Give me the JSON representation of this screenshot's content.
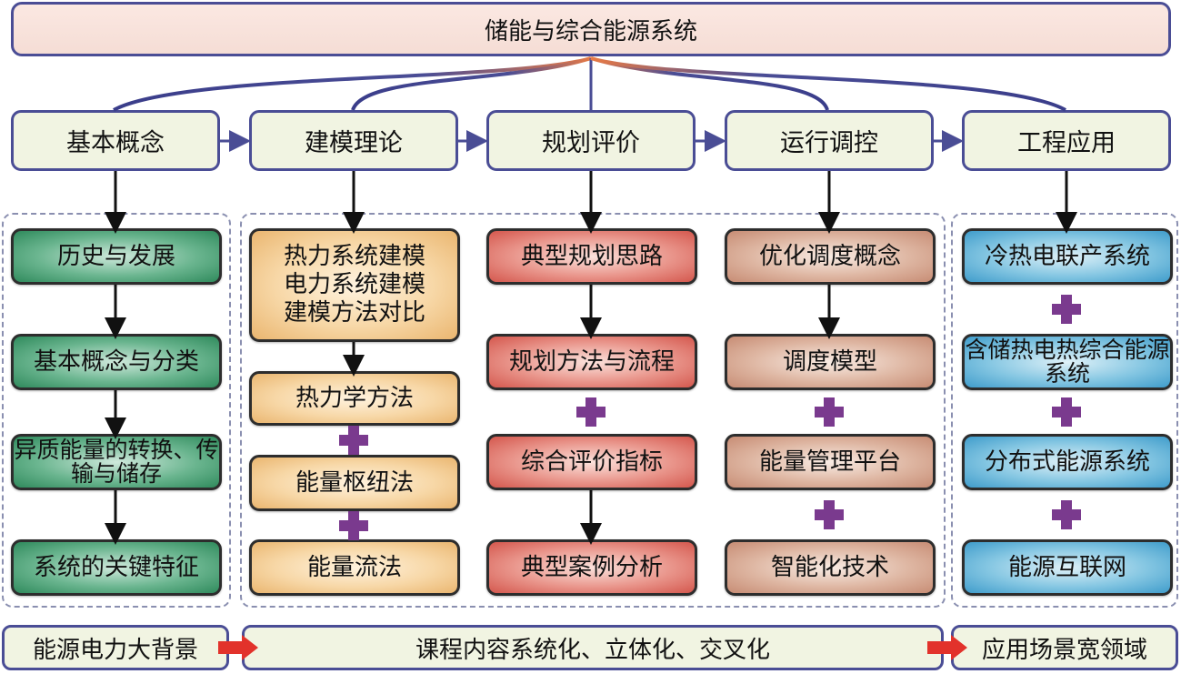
{
  "title": "储能与综合能源系统",
  "categories": [
    {
      "label": "基本概念"
    },
    {
      "label": "建模理论"
    },
    {
      "label": "规划评价"
    },
    {
      "label": "运行调控"
    },
    {
      "label": "工程应用"
    }
  ],
  "columns": [
    {
      "color": "green",
      "items": [
        "历史与发展",
        "基本概念与分类",
        "异质能量的转换、传输与储存",
        "系统的关键特征"
      ],
      "connectors": [
        "arrow",
        "arrow",
        "arrow"
      ]
    },
    {
      "color": "orange",
      "items": [
        "热力系统建模\n电力系统建模\n建模方法对比",
        "热力学方法",
        "能量枢纽法",
        "能量流法"
      ],
      "connectors": [
        "arrow",
        "plus",
        "plus"
      ]
    },
    {
      "color": "red",
      "items": [
        "典型规划思路",
        "规划方法与流程",
        "综合评价指标",
        "典型案例分析"
      ],
      "connectors": [
        "arrow",
        "plus",
        "arrow"
      ]
    },
    {
      "color": "tan",
      "items": [
        "优化调度概念",
        "调度模型",
        "能量管理平台",
        "智能化技术"
      ],
      "connectors": [
        "arrow",
        "plus",
        "plus"
      ]
    },
    {
      "color": "blue",
      "items": [
        "冷热电联产系统",
        "含储热电热综合能源系统",
        "分布式能源系统",
        "能源互联网"
      ],
      "connectors": [
        "plus",
        "plus",
        "plus"
      ]
    }
  ],
  "bottom": {
    "left": "能源电力大背景",
    "center": "课程内容系统化、立体化、交叉化",
    "right": "应用场景宽领域"
  },
  "colors": {
    "border_blue": "#4a4d95",
    "plus_purple": "#7a3a8e",
    "arrow_red": "#e2322b",
    "curve_orange": "#e87a45"
  }
}
